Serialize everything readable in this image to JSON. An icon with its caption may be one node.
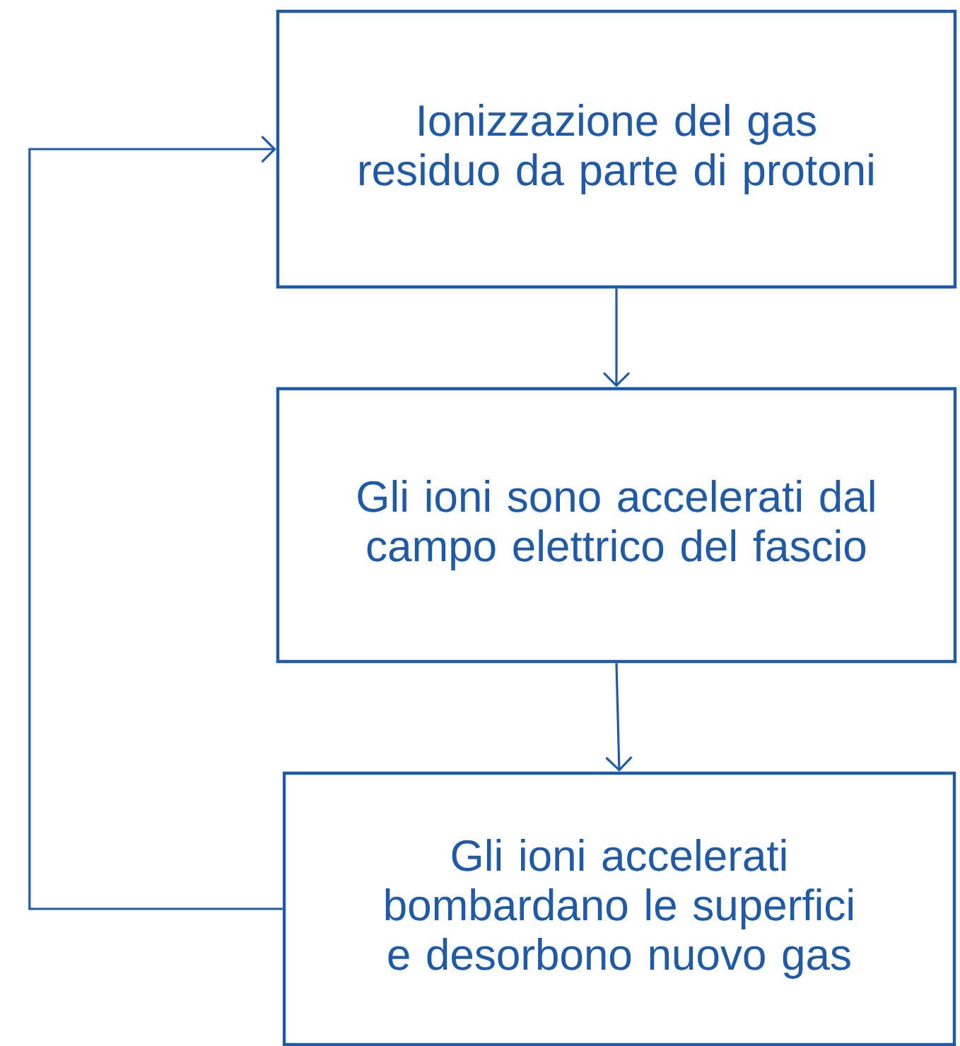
{
  "diagram": {
    "nodes": [
      {
        "text": [
          "Ionizzazione del gas residuo da parte di protoni"
        ]
      },
      {
        "text": [
          "Gli ioni sono accelerati dal campo elettrico del fascio"
        ]
      },
      {
        "text": [
          "Gli ioni accelerati bombardano le superfici e desorbono nuovo gas"
        ]
      }
    ],
    "edges": [
      {
        "from": 0,
        "to": 1,
        "arrow": "to"
      },
      {
        "from": 1,
        "to": 2,
        "arrow": "to"
      },
      {
        "from": 2,
        "to": 0,
        "arrow": "to"
      }
    ]
  }
}
